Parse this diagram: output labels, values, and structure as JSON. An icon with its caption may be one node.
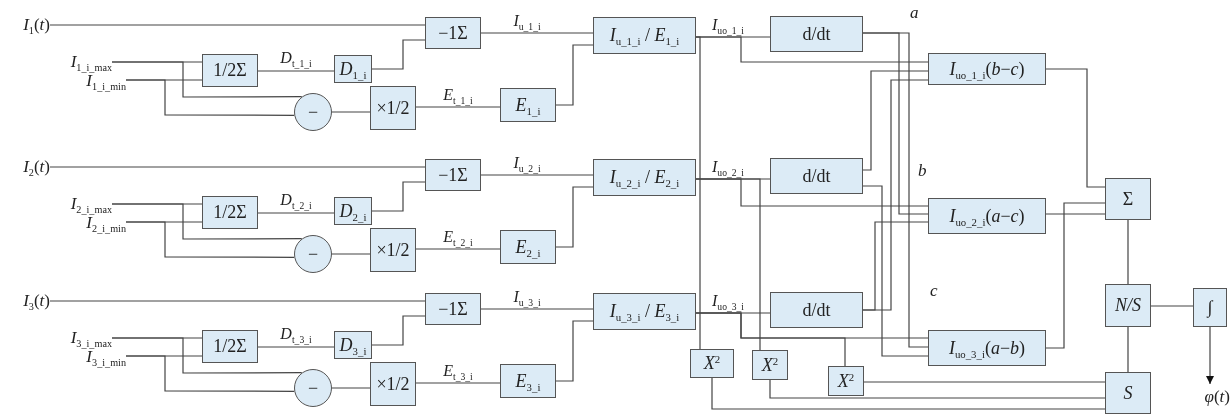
{
  "diagram": {
    "nodes": [
      {
        "text": [
          "*I*$_{1}$(*t*)"
        ]
      },
      {
        "text": [
          "*I*$_{1_i_max}$"
        ]
      },
      {
        "text": [
          "*I*$_{1_i_min}$"
        ]
      },
      {
        "text": [
          "1/2Σ"
        ]
      },
      {
        "text": [
          "*D*$_{1_i}$"
        ]
      },
      {
        "text": [
          "−"
        ]
      },
      {
        "text": [
          "×1/2"
        ]
      },
      {
        "text": [
          "−1Σ"
        ]
      },
      {
        "text": [
          "*E*$_{1_i}$"
        ]
      },
      {
        "text": [
          "*I*$_{u_1_i}$ / *E*$_{1_i}$"
        ]
      },
      {
        "text": [
          "d/dt"
        ]
      },
      {
        "text": [
          "*I*$_{2}$(*t*)"
        ]
      },
      {
        "text": [
          "*I*$_{2_i_max}$"
        ]
      },
      {
        "text": [
          "*I*$_{2_i_min}$"
        ]
      },
      {
        "text": [
          "1/2Σ"
        ]
      },
      {
        "text": [
          "*D*$_{2_i}$"
        ]
      },
      {
        "text": [
          "−"
        ]
      },
      {
        "text": [
          "×1/2"
        ]
      },
      {
        "text": [
          "−1Σ"
        ]
      },
      {
        "text": [
          "*E*$_{2_i}$"
        ]
      },
      {
        "text": [
          "*I*$_{u_2_i}$ / *E*$_{2_i}$"
        ]
      },
      {
        "text": [
          "d/dt"
        ]
      },
      {
        "text": [
          "*I*$_{3}$(*t*)"
        ]
      },
      {
        "text": [
          "*I*$_{3_i_max}$"
        ]
      },
      {
        "text": [
          "*I*$_{3_i_min}$"
        ]
      },
      {
        "text": [
          "1/2Σ"
        ]
      },
      {
        "text": [
          "*D*$_{3_i}$"
        ]
      },
      {
        "text": [
          "−"
        ]
      },
      {
        "text": [
          "×1/2"
        ]
      },
      {
        "text": [
          "−1Σ"
        ]
      },
      {
        "text": [
          "*E*$_{3_i}$"
        ]
      },
      {
        "text": [
          "*I*$_{u_3_i}$ / *E*$_{3_i}$"
        ]
      },
      {
        "text": [
          "d/dt"
        ]
      },
      {
        "text": [
          "*I*$_{uo_1_i}$(*b*−*c*)"
        ]
      },
      {
        "text": [
          "*I*$_{uo_2_i}$(*a*−*c*)"
        ]
      },
      {
        "text": [
          "*I*$_{uo_3_i}$(*a*−*b*)"
        ]
      },
      {
        "text": [
          "Σ"
        ]
      },
      {
        "text": [
          "N/S"
        ]
      },
      {
        "text": [
          "∫"
        ]
      },
      {
        "text": [
          "*φ*(*t*)"
        ]
      },
      {
        "text": [
          "*X*$^{2}$"
        ]
      },
      {
        "text": [
          "*X*$^{2}$"
        ]
      },
      {
        "text": [
          "*X*$^{2}$"
        ]
      },
      {
        "text": [
          "S"
        ]
      }
    ],
    "edges": [
      {
        "from": 0,
        "to": 7,
        "arrow": "none"
      },
      {
        "from": 1,
        "to": 3,
        "arrow": "none"
      },
      {
        "from": 1,
        "to": 5,
        "arrow": "none"
      },
      {
        "from": 2,
        "to": 3,
        "arrow": "none"
      },
      {
        "from": 2,
        "to": 5,
        "arrow": "none"
      },
      {
        "from": 3,
        "to": 4,
        "arrow": "none",
        "label": "*D*$_{t_1_i}$"
      },
      {
        "from": 4,
        "to": 7,
        "arrow": "none"
      },
      {
        "from": 5,
        "to": 6,
        "arrow": "none"
      },
      {
        "from": 6,
        "to": 8,
        "arrow": "none",
        "label": "*E*$_{t_1_i}$"
      },
      {
        "from": 7,
        "to": 9,
        "arrow": "none",
        "label": "*I*$_{u_1_i}$"
      },
      {
        "from": 8,
        "to": 9,
        "arrow": "none"
      },
      {
        "from": 9,
        "to": 10,
        "arrow": "none",
        "label": "*I*$_{uo_1_i}$"
      },
      {
        "from": 9,
        "to": 40,
        "arrow": "none"
      },
      {
        "from": 9,
        "to": 33,
        "arrow": "none"
      },
      {
        "from": 11,
        "to": 18,
        "arrow": "none"
      },
      {
        "from": 12,
        "to": 14,
        "arrow": "none"
      },
      {
        "from": 12,
        "to": 16,
        "arrow": "none"
      },
      {
        "from": 13,
        "to": 14,
        "arrow": "none"
      },
      {
        "from": 13,
        "to": 16,
        "arrow": "none"
      },
      {
        "from": 14,
        "to": 15,
        "arrow": "none",
        "label": "*D*$_{t_2_i}$"
      },
      {
        "from": 15,
        "to": 18,
        "arrow": "none"
      },
      {
        "from": 16,
        "to": 17,
        "arrow": "none"
      },
      {
        "from": 17,
        "to": 19,
        "arrow": "none",
        "label": "*E*$_{t_2_i}$"
      },
      {
        "from": 18,
        "to": 20,
        "arrow": "none",
        "label": "*I*$_{u_2_i}$"
      },
      {
        "from": 19,
        "to": 20,
        "arrow": "none"
      },
      {
        "from": 20,
        "to": 21,
        "arrow": "none",
        "label": "*I*$_{uo_2_i}$"
      },
      {
        "from": 20,
        "to": 41,
        "arrow": "none"
      },
      {
        "from": 20,
        "to": 34,
        "arrow": "none"
      },
      {
        "from": 22,
        "to": 29,
        "arrow": "none"
      },
      {
        "from": 23,
        "to": 25,
        "arrow": "none"
      },
      {
        "from": 23,
        "to": 27,
        "arrow": "none"
      },
      {
        "from": 24,
        "to": 25,
        "arrow": "none"
      },
      {
        "from": 24,
        "to": 27,
        "arrow": "none"
      },
      {
        "from": 25,
        "to": 26,
        "arrow": "none",
        "label": "*D*$_{t_3_i}$"
      },
      {
        "from": 26,
        "to": 29,
        "arrow": "none"
      },
      {
        "from": 27,
        "to": 28,
        "arrow": "none"
      },
      {
        "from": 28,
        "to": 30,
        "arrow": "none",
        "label": "*E*$_{t_3_i}$"
      },
      {
        "from": 29,
        "to": 31,
        "arrow": "none",
        "label": "*I*$_{u_3_i}$"
      },
      {
        "from": 30,
        "to": 31,
        "arrow": "none"
      },
      {
        "from": 31,
        "to": 32,
        "arrow": "none",
        "label": "*I*$_{uo_3_i}$"
      },
      {
        "from": 31,
        "to": 42,
        "arrow": "none"
      },
      {
        "from": 31,
        "to": 35,
        "arrow": "none"
      },
      {
        "from": 10,
        "to": 34,
        "arrow": "none"
      },
      {
        "from": 10,
        "to": 35,
        "arrow": "none"
      },
      {
        "from": 21,
        "to": 33,
        "arrow": "none"
      },
      {
        "from": 21,
        "to": 35,
        "arrow": "none"
      },
      {
        "from": 32,
        "to": 33,
        "arrow": "none"
      },
      {
        "from": 32,
        "to": 34,
        "arrow": "none"
      },
      {
        "from": 33,
        "to": 36,
        "arrow": "none"
      },
      {
        "from": 34,
        "to": 36,
        "arrow": "none"
      },
      {
        "from": 35,
        "to": 36,
        "arrow": "none"
      },
      {
        "from": 36,
        "to": 37,
        "arrow": "none"
      },
      {
        "from": 43,
        "to": 37,
        "arrow": "none"
      },
      {
        "from": 37,
        "to": 38,
        "arrow": "none"
      },
      {
        "from": 38,
        "to": 39,
        "arrow": "to"
      },
      {
        "from": 40,
        "to": 43,
        "arrow": "none"
      },
      {
        "from": 41,
        "to": 43,
        "arrow": "none"
      },
      {
        "from": 42,
        "to": 43,
        "arrow": "none"
      }
    ],
    "labels": [
      "a",
      "b",
      "c"
    ]
  }
}
